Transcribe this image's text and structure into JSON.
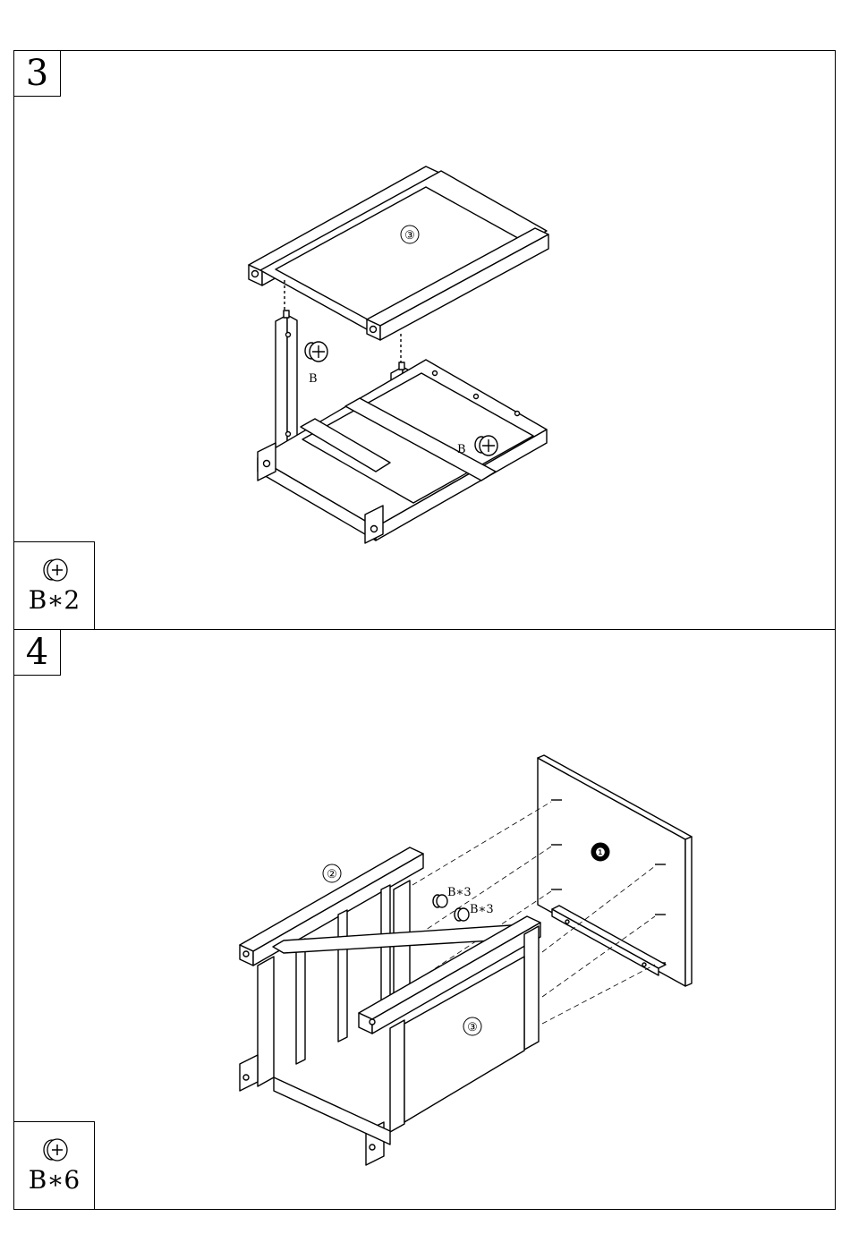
{
  "steps": [
    {
      "number": "3",
      "hardware": {
        "icon": "cam-lock-bolt-icon",
        "quantity": "B∗2"
      },
      "callouts": {
        "top_frame": "③",
        "bolt_left": "B",
        "bolt_right": "B"
      }
    },
    {
      "number": "4",
      "hardware": {
        "icon": "cam-lock-bolt-icon",
        "quantity": "B∗6"
      },
      "callouts": {
        "side_frame_left": "②",
        "side_frame_right": "③",
        "back_panel": "❶",
        "bolts_a": "B∗3",
        "bolts_b": "B∗3"
      }
    }
  ]
}
